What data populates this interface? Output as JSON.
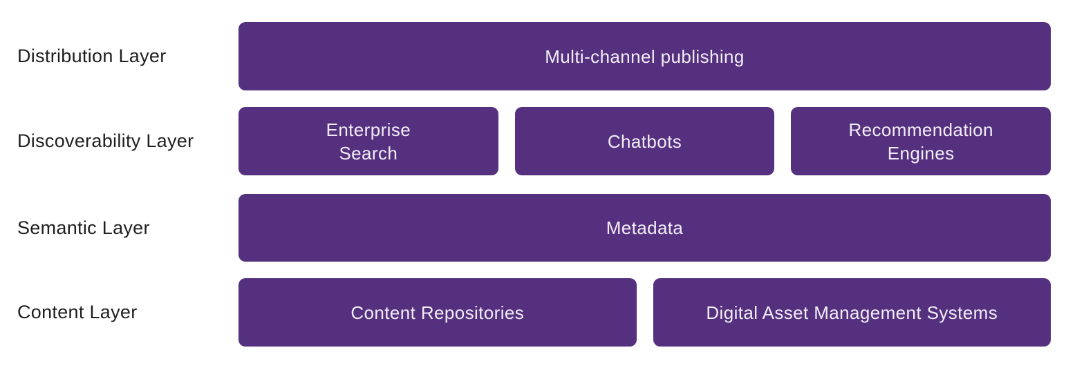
{
  "diagram": {
    "description": "Content architecture layer diagram with four horizontal layers, each layer label on the left and purple rounded component boxes on the right"
  },
  "colors": {
    "box_bg": "#54307e",
    "box_text": "#f2edf8",
    "label_text": "#1f1f1f",
    "page_bg": "#ffffff"
  },
  "rows": [
    {
      "label": "Distribution Layer",
      "boxes": [
        {
          "text": "Multi-channel publishing"
        }
      ]
    },
    {
      "label": "Discoverability Layer",
      "boxes": [
        {
          "text": "Enterprise\nSearch"
        },
        {
          "text": "Chatbots"
        },
        {
          "text": "Recommendation\nEngines"
        }
      ]
    },
    {
      "label": "Semantic Layer",
      "boxes": [
        {
          "text": "Metadata"
        }
      ]
    },
    {
      "label": "Content Layer",
      "boxes": [
        {
          "text": "Content Repositories"
        },
        {
          "text": "Digital Asset Management Systems"
        }
      ]
    }
  ]
}
